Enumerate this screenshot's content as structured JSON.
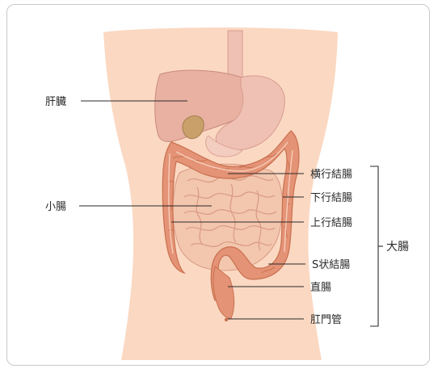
{
  "labels": {
    "liver": "肝臓",
    "small_intestine": "小腸",
    "transverse_colon": "横行結腸",
    "descending_colon": "下行結腸",
    "ascending_colon": "上行結腸",
    "sigmoid_colon": "S状結腸",
    "rectum": "直腸",
    "anal_canal": "肛門管",
    "large_intestine": "大腸"
  },
  "colors": {
    "skin": "#fbd8c2",
    "liver": "#e8b1a2",
    "stomach": "#efc1b4",
    "colon": "#e49376",
    "colon_dark": "#c9704f",
    "small_intestine": "#f3c6ae",
    "line": "#2a2a2a"
  }
}
